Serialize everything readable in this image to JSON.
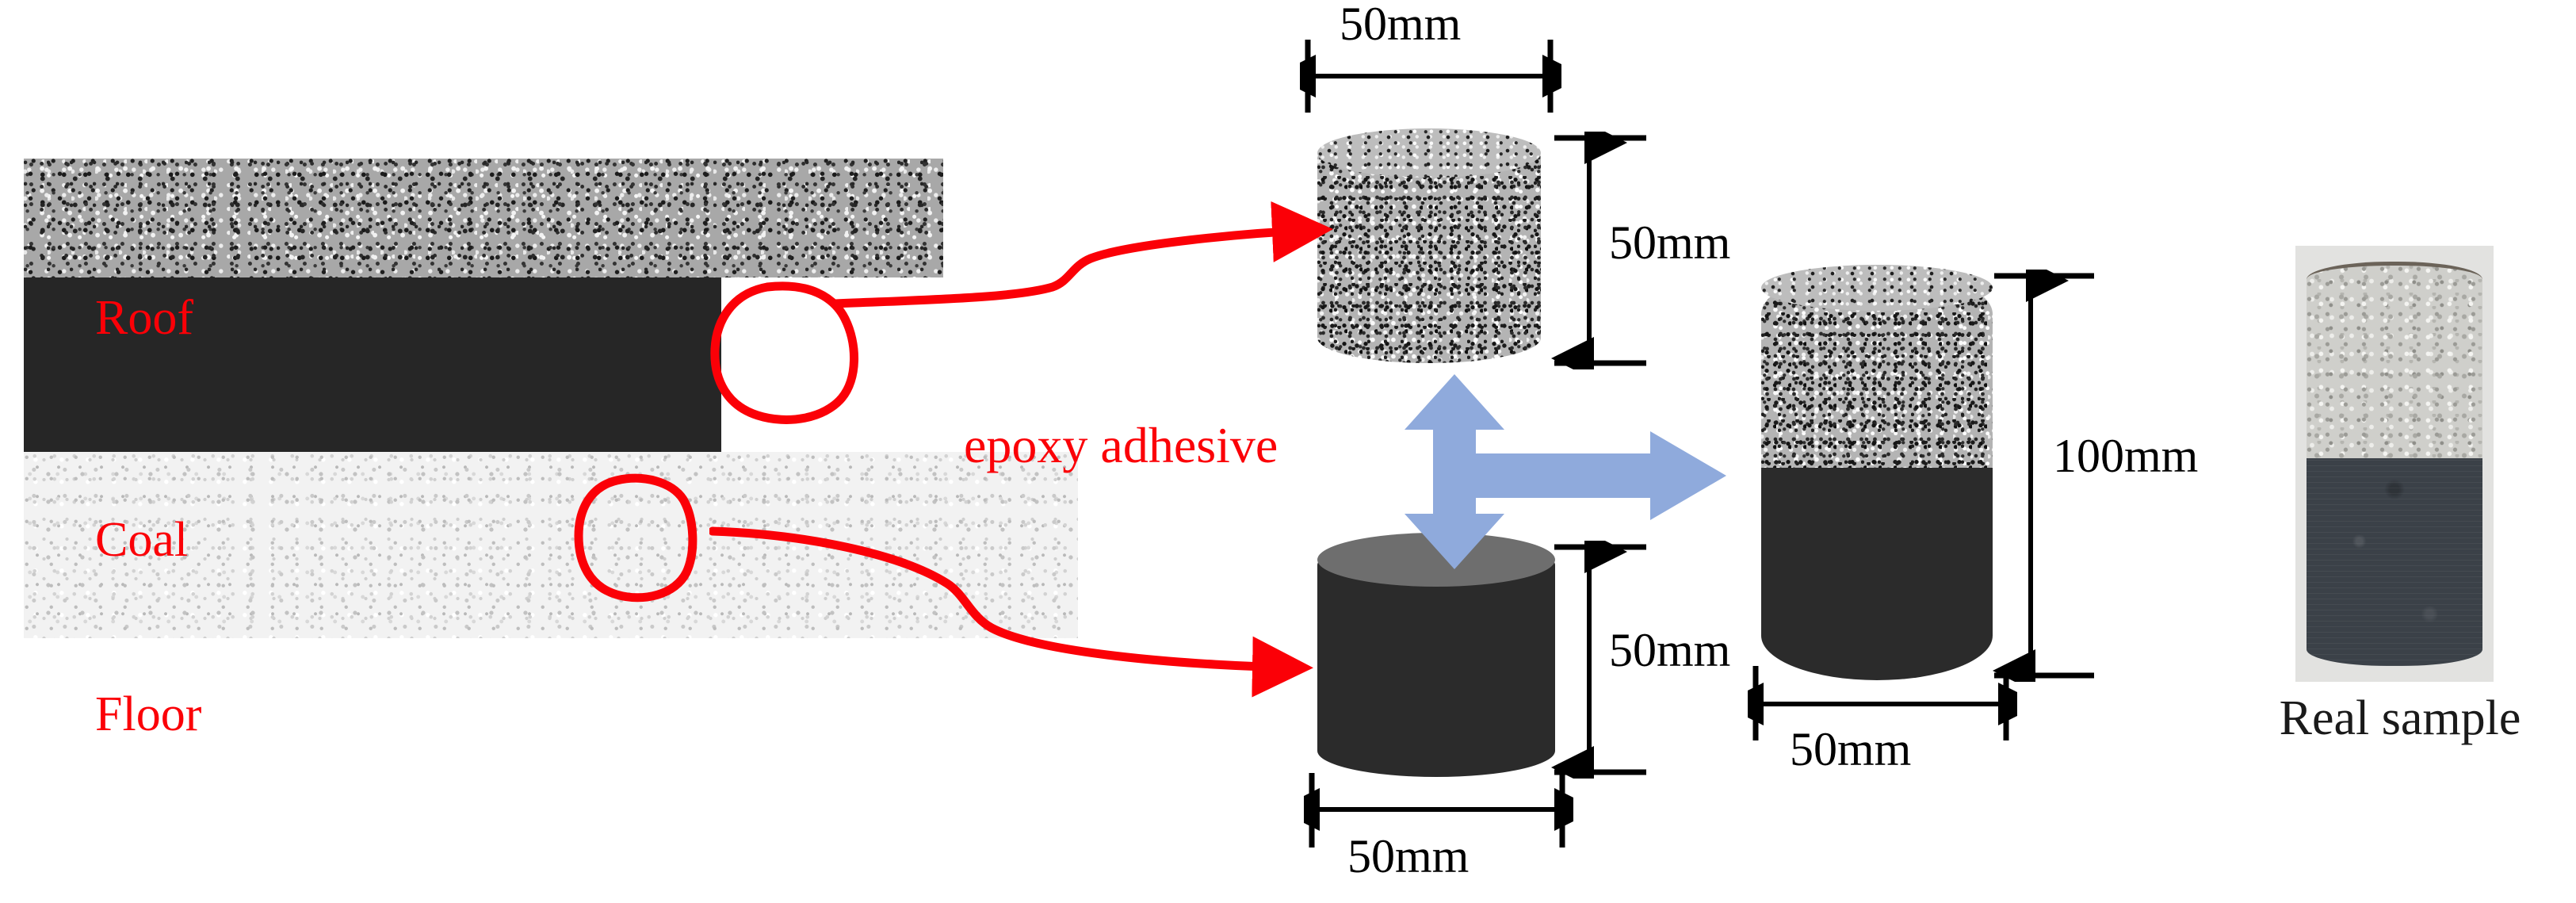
{
  "figure": {
    "title": "Coal-rock composite specimen preparation",
    "accent_red": "#fb0007",
    "blue_arrow_color": "#8faadc",
    "coal_color": "#262626",
    "roof_color": "#a8a8a8",
    "floor_color": "#f2f2f2"
  },
  "strata": {
    "roof": {
      "label": "Roof",
      "color": "#a8a8a8"
    },
    "coal": {
      "label": "Coal",
      "color": "#262626"
    },
    "floor": {
      "label": "Floor",
      "color": "#f2f2f2"
    }
  },
  "sampling": {
    "roof_circle_name": "roof-sampling-circle",
    "coal_circle_name": "coal-sampling-circle",
    "roof_arrow_name": "roof-leader-arrow",
    "coal_arrow_name": "coal-leader-arrow"
  },
  "bonding": {
    "label": "epoxy adhesive",
    "vertical_arrow": "bidirectional-vertical",
    "horizontal_arrow": "rightward"
  },
  "specimens": {
    "roof_core": {
      "name": "roof-rock-core",
      "width_dim": "50mm",
      "height_dim": "50mm"
    },
    "coal_core": {
      "name": "coal-core",
      "width_dim": "50mm",
      "height_dim": "50mm"
    },
    "composite": {
      "name": "composite-specimen",
      "width_dim": "50mm",
      "height_dim": "100mm"
    }
  },
  "real_sample": {
    "caption": "Real sample",
    "rock_color": "#cfcfcb",
    "coal_color": "#3b4148"
  }
}
